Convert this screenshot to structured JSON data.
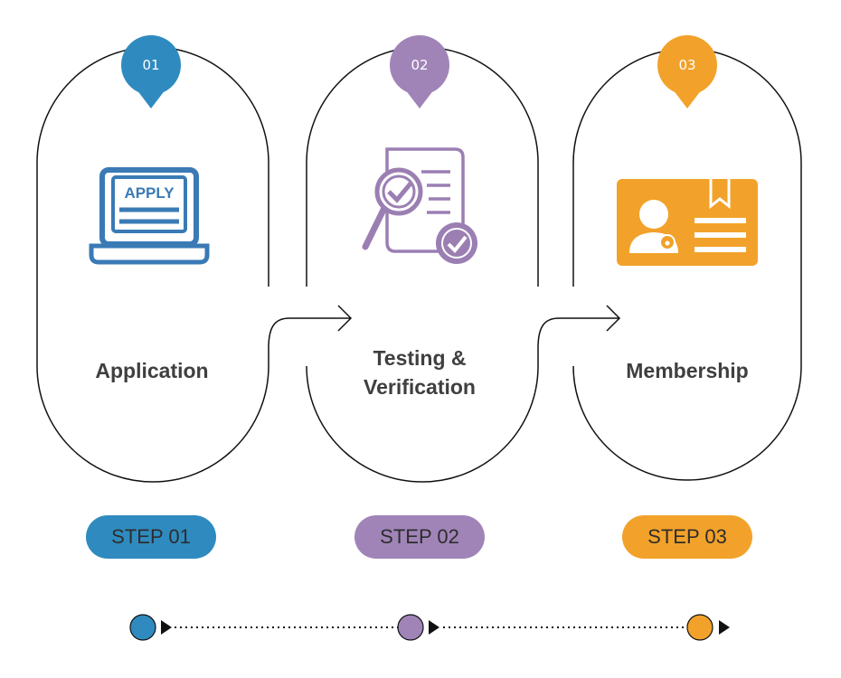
{
  "colors": {
    "step1": "#2f8bbf",
    "step2": "#a084b8",
    "step3": "#f2a22a",
    "outline": "#111111",
    "text": "#3f3f3f",
    "icon1": "#3a7ab5",
    "icon2": "#9b7fb3"
  },
  "steps": [
    {
      "number": "01",
      "title": "Application",
      "pill": "STEP 01",
      "icon": "laptop-apply-icon",
      "icon_text": "APPLY"
    },
    {
      "number": "02",
      "title_line1": "Testing &",
      "title_line2": "Verification",
      "pill": "STEP 02",
      "icon": "document-magnifier-check-icon"
    },
    {
      "number": "03",
      "title": "Membership",
      "pill": "STEP 03",
      "icon": "membership-card-icon"
    }
  ],
  "timeline": {
    "dots": 3,
    "style": "dotted-arrow"
  }
}
